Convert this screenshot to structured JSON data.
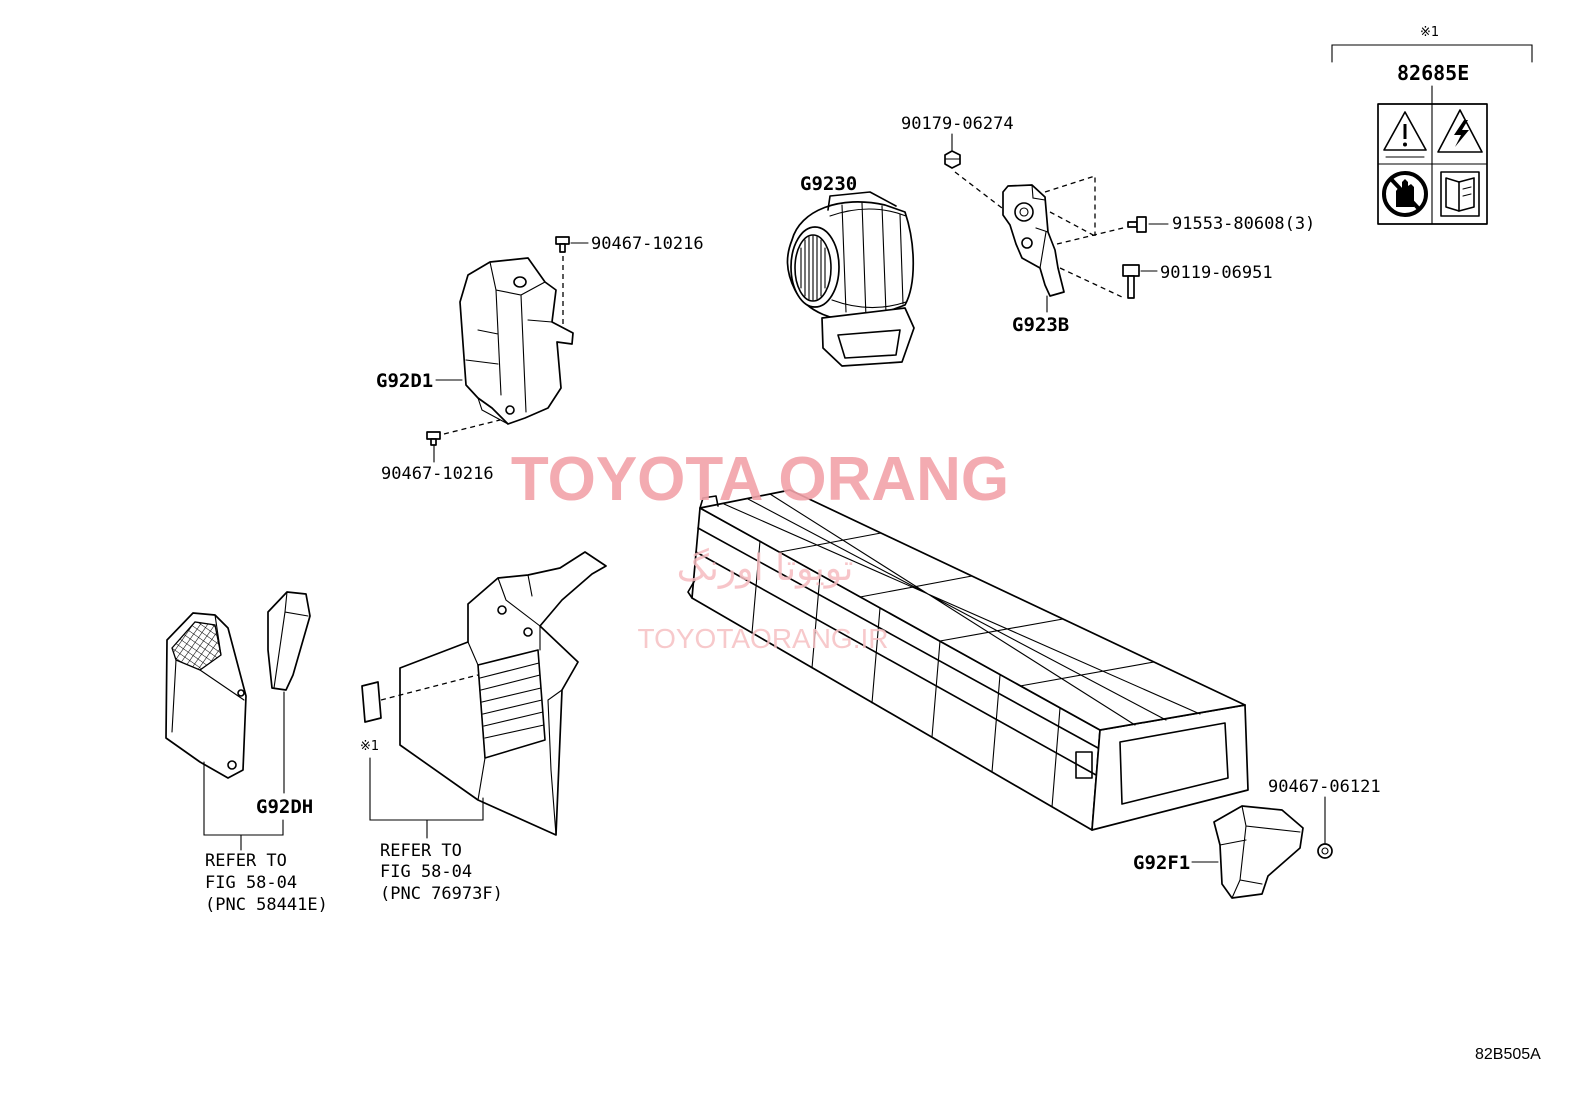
{
  "figure": {
    "code": "82B505A",
    "note_mark": "※1"
  },
  "parts": {
    "caution_label": "82685E",
    "nut": "90179-06274",
    "blower_motor": "G9230",
    "clip_upper": "90467-10216",
    "screw": "91553-80608(3)",
    "bolt": "90119-06951",
    "bracket": "G923B",
    "duct_upper": "G92D1",
    "clip_lower": "90467-10216",
    "cover_left": "G92DH",
    "clip_right": "90467-06121",
    "duct_lower": "G92F1"
  },
  "references": [
    {
      "line1": "REFER TO",
      "line2": "FIG 58-04",
      "line3": "(PNC 58441E)"
    },
    {
      "line1": "REFER TO",
      "line2": "FIG 58-04",
      "line3": "(PNC 76973F)"
    }
  ],
  "watermark": {
    "main": "TOYOTA ORANG",
    "persian": "تویوتا اورنگ",
    "site": "TOYOTAORANG.IR"
  },
  "icons": [
    "warning-triangle-icon",
    "high-voltage-icon",
    "no-touch-icon",
    "manual-icon"
  ],
  "colors": {
    "line": "#000000",
    "background": "#ffffff",
    "watermark": "#f2a2a9"
  }
}
